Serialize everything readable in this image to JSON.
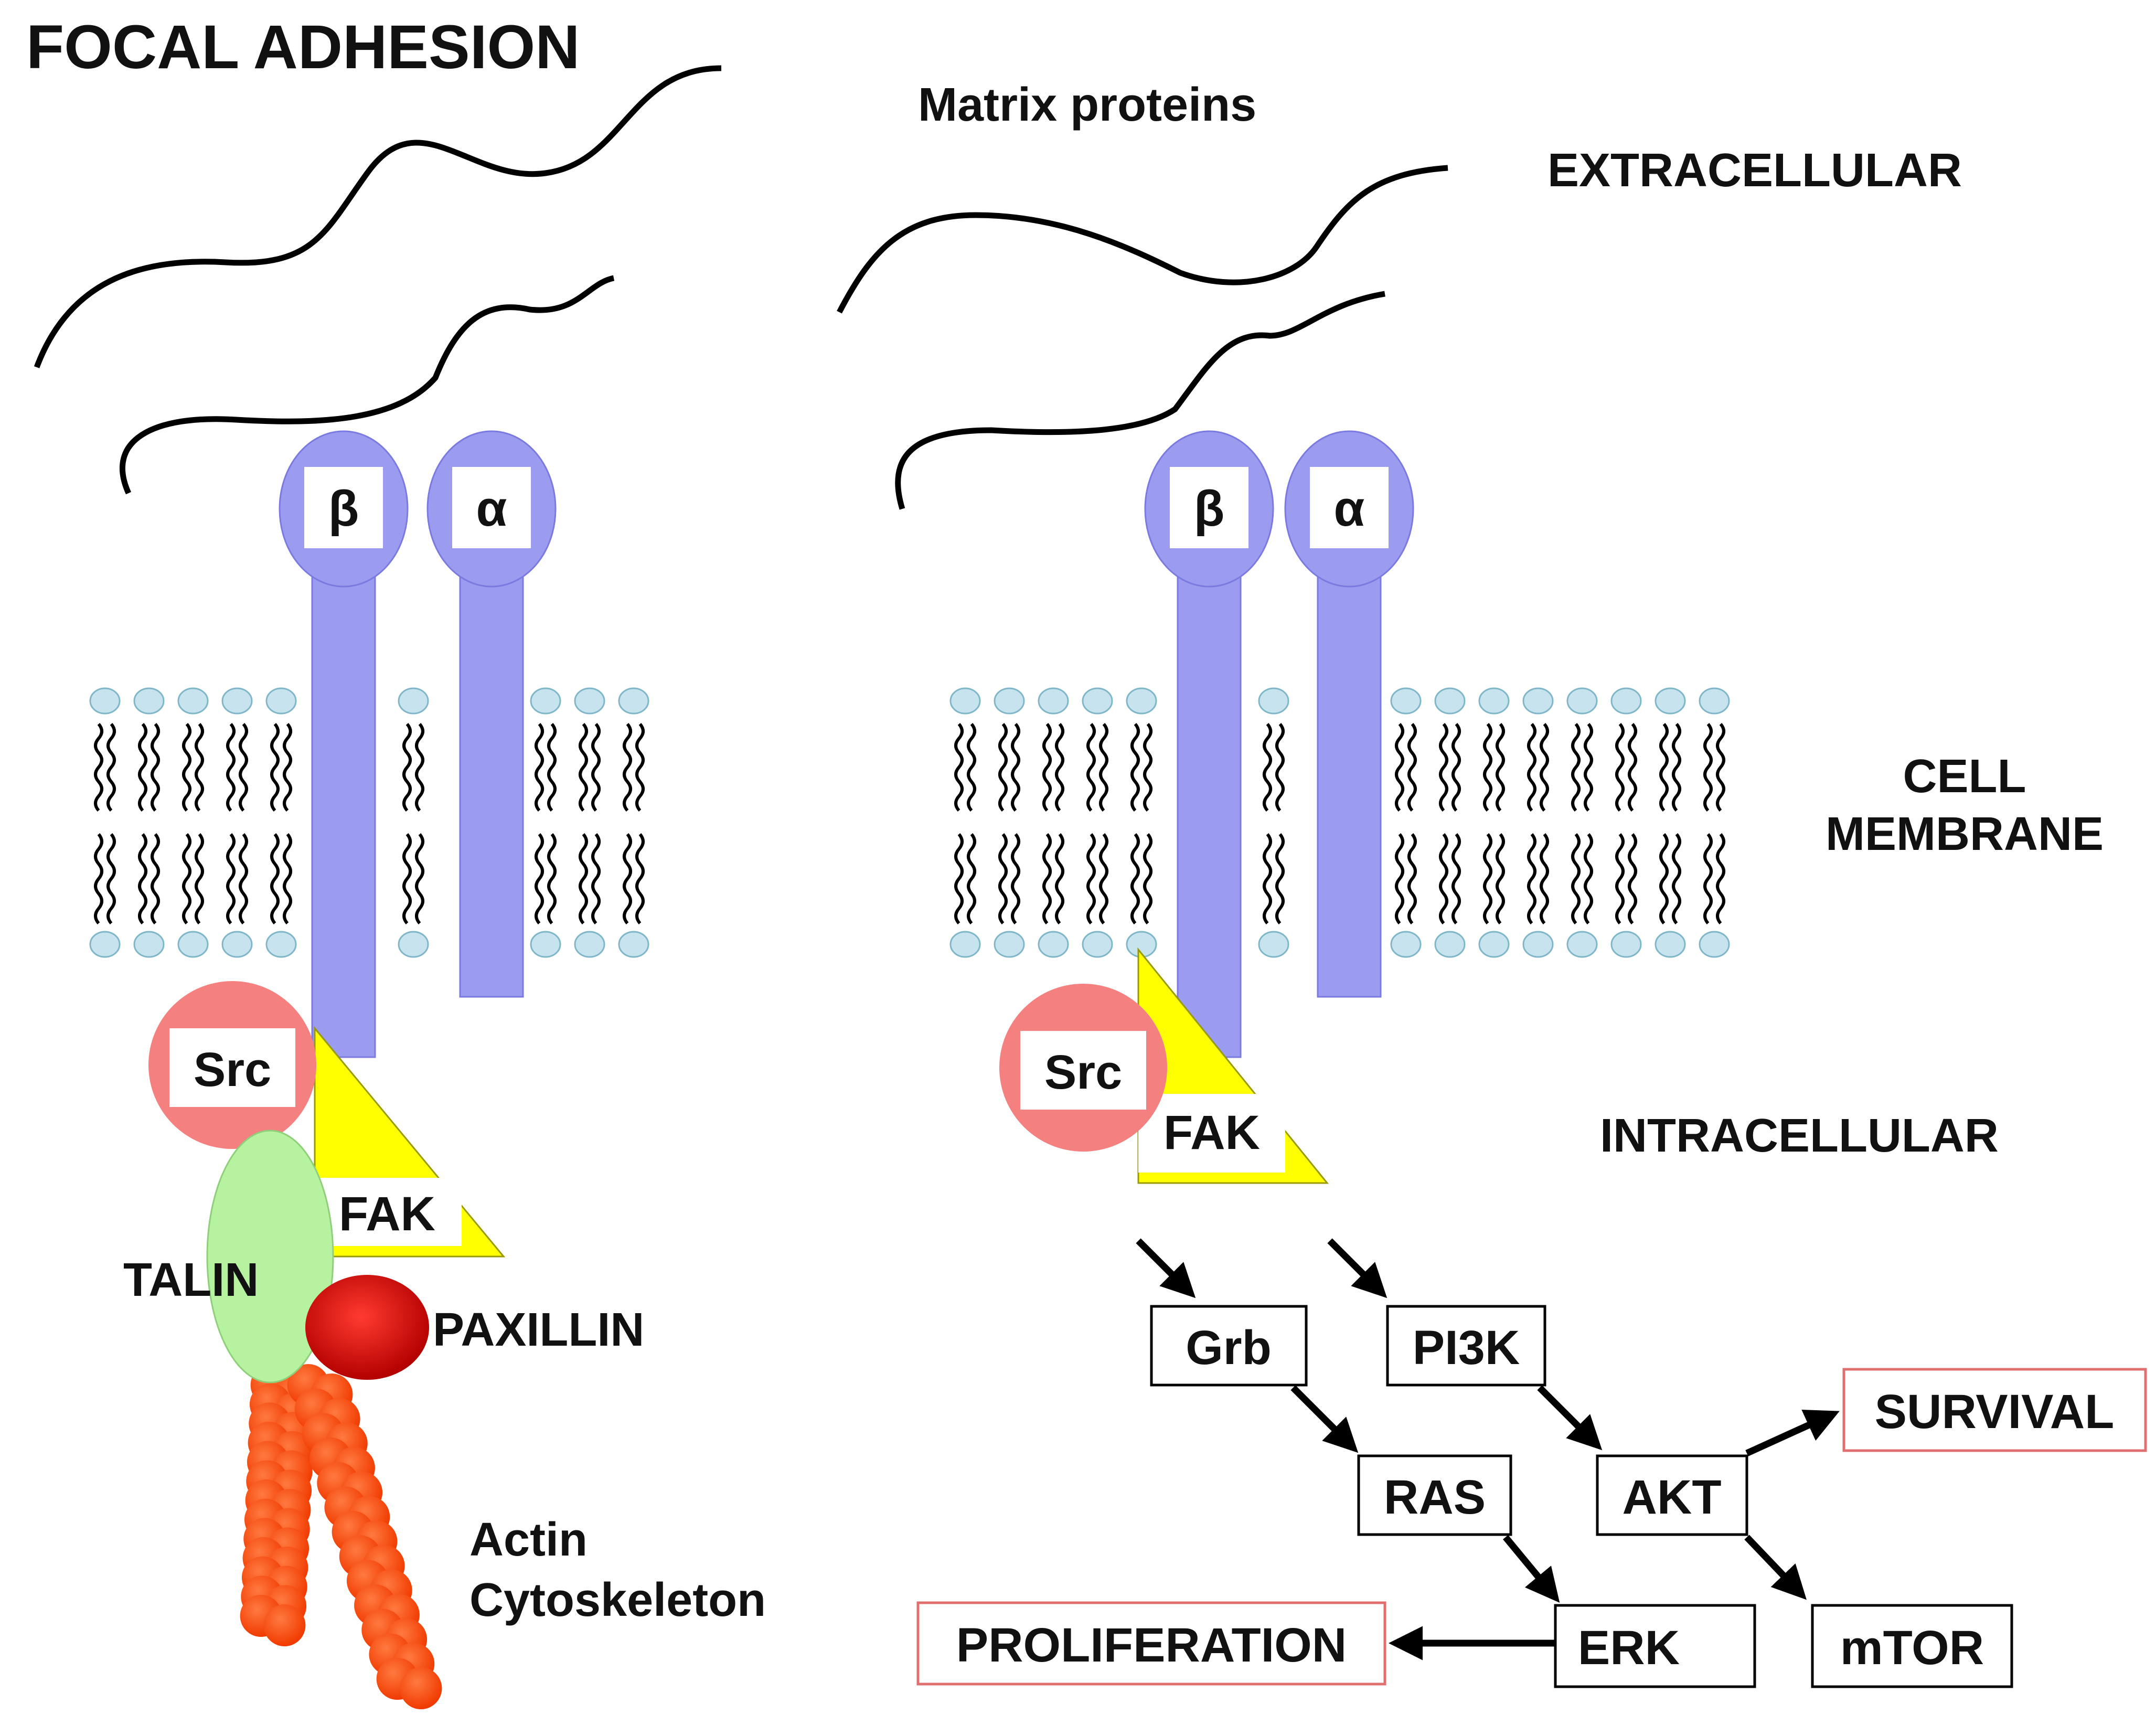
{
  "title": "FOCAL ADHESION",
  "labels": {
    "matrix_proteins": "Matrix proteins",
    "extracellular": "EXTRACELLULAR",
    "cell_membrane_line1": "CELL",
    "cell_membrane_line2": "MEMBRANE",
    "intracellular": "INTRACELLULAR",
    "talin": "TALIN",
    "paxillin": "PAXILLIN",
    "actin_line1": "Actin",
    "actin_line2": "Cytoskeleton"
  },
  "integrin": {
    "beta": "β",
    "alpha": "α"
  },
  "proteins": {
    "src": "Src",
    "fak": "FAK"
  },
  "pathway": {
    "grb": "Grb",
    "pi3k": "PI3K",
    "ras": "RAS",
    "akt": "AKT",
    "erk": "ERK",
    "mtor": "mTOR"
  },
  "outcomes": {
    "survival": "SURVIVAL",
    "proliferation": "PROLIFERATION"
  },
  "colors": {
    "integrin": "#9b9bf0",
    "lipid_head": "#c6e3ee",
    "src": "#f48080",
    "fak": "#ffff00",
    "talin": "#b6f2a0",
    "paxillin": "#cc1010",
    "actin": "#ff4a10",
    "outcome_border": "#e07070"
  }
}
